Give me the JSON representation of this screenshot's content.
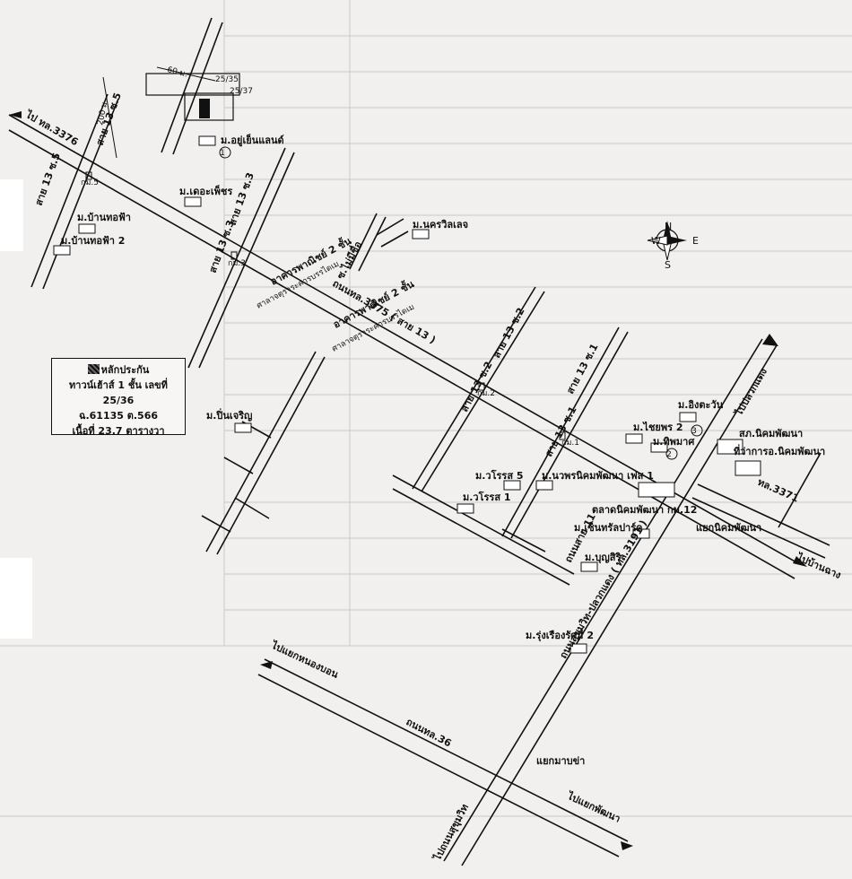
{
  "legend": {
    "title": "หลักประกัน",
    "line1": "ทาวน์เฮ้าส์ 1 ชั้น เลขที่ 25/36",
    "line2": "ฉ.61135 ต.566",
    "line3": "เนื้อที่ 23.7 ตารางวา"
  },
  "compass": {
    "n": "N",
    "s": "S",
    "e": "E",
    "w": "W"
  },
  "roads": {
    "to_3376": "ไป ทล.3376",
    "main_road": "ถนนทล.3375 ( สาย 13 )",
    "sukhumvit": "ถนนสุขุมวิท-ปลวกแดง ( ทล.3191 )",
    "to_pluak_daeng": "ไปปลวกแดง",
    "to_ban_chang": "ไปบ้านฉาง",
    "to_nong_bon": "ไปแยกหนองบอน",
    "to_phattana": "ไปแยกพัฒนา",
    "to_sukhumvit": "ไปถนนสุขุมวิท",
    "road36": "ถนนทล.36",
    "road11": "ถนนสาย 11",
    "tl3371": "ทล.3371",
    "soi5a": "สาย 13 ซ.5",
    "soi5b": "สาย 13 ซ.5",
    "soi3a": "สาย 13 ซ.3",
    "soi3b": "สาย 13 ซ.3",
    "soi2a": "สาย 13 ซ.2",
    "soi2b": "สาย 13 ซ.2",
    "soi1a": "สาย 13 ซ.1",
    "soi1b": "สาย 13 ซ.1",
    "no_name": "ซ.ไม่มีชื่อ",
    "dist_60": "60 ม.",
    "dist_200": "200 ม.",
    "lot_35": "25/35",
    "lot_37": "25/37",
    "km5": "กม.5",
    "km3": "กม.3",
    "km2": "กม.2",
    "km1": "กม.1"
  },
  "places": {
    "yu_en_land": "ม.อยู่เย็นแลนด์",
    "the_diamond": "ม.เดอะเพ็ชร",
    "ban_thofa": "ม.บ้านทอฟ้า",
    "ban_thofa2": "ม.บ้านทอฟ้า 2",
    "nakorn_village": "ม.นครวิลเลจ",
    "commercial1": "อาคารพาณิชย์ 2 ชั้น",
    "commercial2": "อาคารพาณิชย์ 2 ชั้น",
    "health_center1": "ศาลาจตุราระคารบรรไดเม",
    "health_center2": "ศาลาจตุราระคารบรรไดเม",
    "pin_charoen": "ม.ปิ่นเจริญ",
    "ing_tawan": "ม.อิงตะวัน",
    "chaiyaporn2": "ม.ไชยพร 2",
    "thipmat": "ม.ทิพมาศ",
    "sor_kor": "สภ.นิคมพัฒนา",
    "district_office": "ที่ว่าการอ.นิคมพัฒนา",
    "wiroj5": "ม.วโรรส 5",
    "wiroj1": "ม.วโรรส 1",
    "nawaporn": "ม.นวพรนิคมพัฒนา เฟส 1",
    "market": "ตลาดนิคมพัฒนา กม.12",
    "central_park": "ม.เซ็นทรัลปาร์ค",
    "bunsiri": "ม.บุญสิริ",
    "rungruang": "ม.รุ่งเรืองรัศมี 2",
    "junction_nikhom": "แยกนิคมพัฒนา",
    "junction_manga": "แยกมาบข่า"
  },
  "markers": {
    "m1": "1",
    "m2": "2",
    "m3": "3"
  }
}
